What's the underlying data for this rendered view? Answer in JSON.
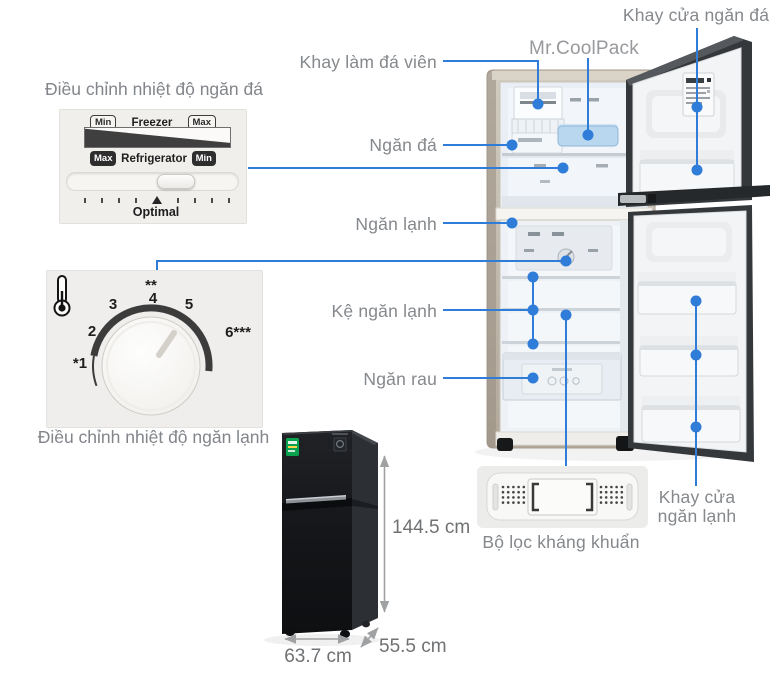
{
  "colors": {
    "accent_blue": "#2f7cd9",
    "label_gray": "#85888c",
    "dim_gray": "#6f7173"
  },
  "freezer_control": {
    "title": "Điều chỉnh nhiệt độ ngăn đá",
    "row1_left": "Min",
    "row1_center": "Freezer",
    "row1_right": "Max",
    "row2_left": "Max",
    "row2_center": "Refrigerator",
    "row2_right": "Min",
    "optimal": "Optimal"
  },
  "fridge_control": {
    "caption": "Điều chỉnh nhiệt độ ngăn lạnh",
    "marks": {
      "snow": "**",
      "n1": "*1",
      "n2": "2",
      "n3": "3",
      "n4": "4",
      "n5": "5",
      "n6": "6***"
    }
  },
  "callouts": {
    "khay_cua_ngan_da": "Khay cửa ngăn đá",
    "khay_lam_da_vien": "Khay làm đá viên",
    "mr_coolpack": "Mr.CoolPack",
    "ngan_da": "Ngăn đá",
    "ngan_lanh": "Ngăn lạnh",
    "ke_ngan_lanh": "Kệ ngăn lạnh",
    "ngan_rau": "Ngăn rau",
    "khay_cua_ngan_lanh_line1": "Khay cửa",
    "khay_cua_ngan_lanh_line2": "ngăn lạnh",
    "bo_loc_khang_khuan": "Bộ lọc kháng khuẩn"
  },
  "dimensions": {
    "height": "144.5 cm",
    "width": "63.7 cm",
    "depth": "55.5 cm"
  }
}
